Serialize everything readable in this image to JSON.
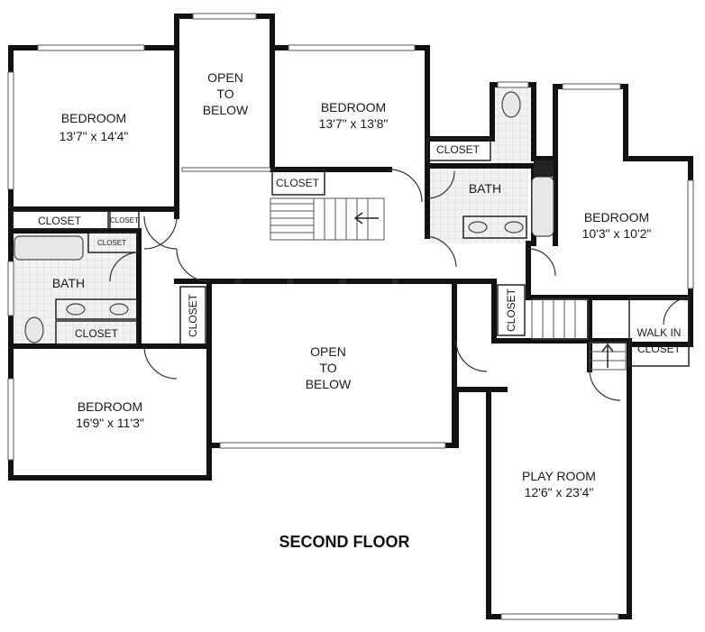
{
  "plan": {
    "title": "SECOND FLOOR",
    "rooms": {
      "bedroom_nw": {
        "name": "BEDROOM",
        "dims": "13'7\" x 14'4\""
      },
      "open_top": {
        "line1": "OPEN",
        "line2": "TO",
        "line3": "BELOW"
      },
      "bedroom_nc": {
        "name": "BEDROOM",
        "dims": "13'7\" x 13'8\""
      },
      "closet_top_right": "CLOSET",
      "bath_right": "BATH",
      "closet_center": "CLOSET",
      "bedroom_east": {
        "name": "BEDROOM",
        "dims": "10'3\" x 10'2\""
      },
      "closet_west_long": "CLOSET",
      "closet_west_small": "CLOSET",
      "closet_bath_small": "CLOSET",
      "bath_left": "BATH",
      "closet_lower_left": "CLOSET",
      "closet_vertical_mid": "CLOSET",
      "open_center": {
        "line1": "OPEN",
        "line2": "TO",
        "line3": "BELOW"
      },
      "closet_vertical_right": "CLOSET",
      "walk_in": {
        "line1": "WALK IN",
        "line2": "CLOSET"
      },
      "bedroom_sw": {
        "name": "BEDROOM",
        "dims": "16'9\" x 11'3\""
      },
      "play_room": {
        "name": "PLAY ROOM",
        "dims": "12'6\" x 23'4\""
      }
    }
  }
}
